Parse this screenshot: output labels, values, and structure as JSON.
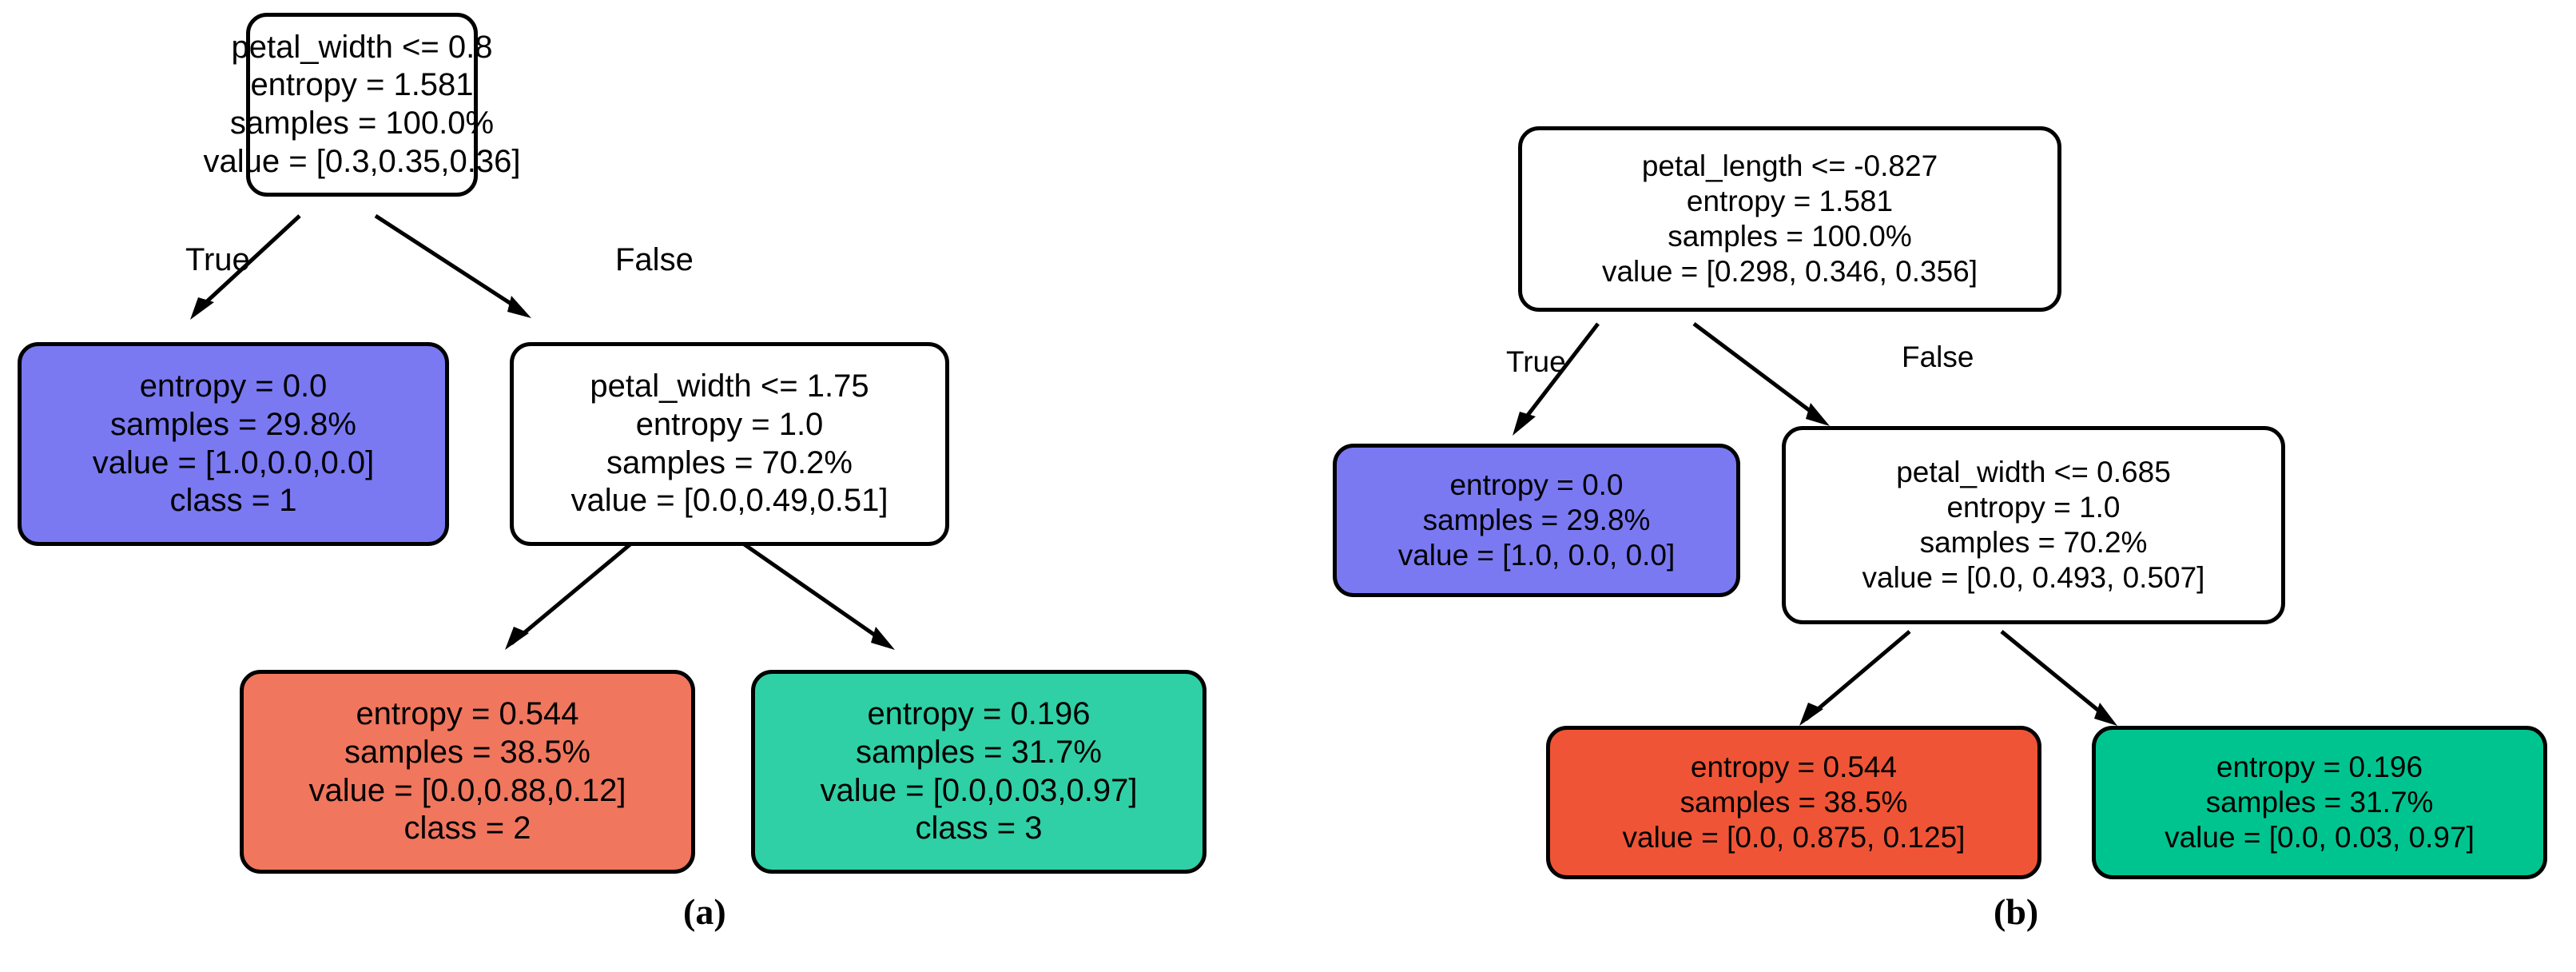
{
  "figure": {
    "panels": [
      {
        "id": "a",
        "caption": "(a)",
        "edge_labels": {
          "left": "True",
          "right": "False"
        },
        "nodes": {
          "root": {
            "condition": "petal_width <= 0.8",
            "entropy": "entropy = 1.581",
            "samples": "samples = 100.0%",
            "value": "value = [0.3,0.35,0.36]"
          },
          "leaf_left": {
            "entropy": "entropy = 0.0",
            "samples": "samples = 29.8%",
            "value": "value = [1.0,0.0,0.0]",
            "class": "class = 1",
            "color": "#7a79f2"
          },
          "internal_right": {
            "condition": "petal_width <= 1.75",
            "entropy": "entropy = 1.0",
            "samples": "samples = 70.2%",
            "value": "value = [0.0,0.49,0.51]"
          },
          "leaf_red": {
            "entropy": "entropy = 0.544",
            "samples": "samples = 38.5%",
            "value": "value = [0.0,0.88,0.12]",
            "class": "class = 2",
            "color": "#f0765e"
          },
          "leaf_green": {
            "entropy": "entropy = 0.196",
            "samples": "samples = 31.7%",
            "value": "value = [0.0,0.03,0.97]",
            "class": "class = 3",
            "color": "#2fd0a5"
          }
        }
      },
      {
        "id": "b",
        "caption": "(b)",
        "edge_labels": {
          "left": "True",
          "right": "False"
        },
        "nodes": {
          "root": {
            "condition": "petal_length <= -0.827",
            "entropy": "entropy = 1.581",
            "samples": "samples = 100.0%",
            "value": "value = [0.298, 0.346, 0.356]"
          },
          "leaf_left": {
            "entropy": "entropy = 0.0",
            "samples": "samples = 29.8%",
            "value": "value = [1.0, 0.0, 0.0]",
            "color": "#7a79f2"
          },
          "internal_right": {
            "condition": "petal_width <= 0.685",
            "entropy": "entropy = 1.0",
            "samples": "samples = 70.2%",
            "value": "value = [0.0, 0.493, 0.507]"
          },
          "leaf_red": {
            "entropy": "entropy = 0.544",
            "samples": "samples = 38.5%",
            "value": "value = [0.0, 0.875, 0.125]",
            "color": "#ef5436"
          },
          "leaf_green": {
            "entropy": "entropy = 0.196",
            "samples": "samples = 31.7%",
            "value": "value = [0.0, 0.03, 0.97]",
            "color": "#00c48f"
          }
        }
      }
    ]
  },
  "chart_data": {
    "type": "diagram",
    "title": "Decision tree classifiers trained on the iris dataset",
    "subfigures": [
      {
        "label": "(a)",
        "tree": [
          {
            "id": "root",
            "role": "internal",
            "split": "petal_width <= 0.8",
            "entropy": 1.581,
            "samples_pct": 100.0,
            "value": [
              0.3,
              0.35,
              0.36
            ]
          },
          {
            "id": "n1",
            "parent": "root",
            "branch": "True",
            "role": "leaf",
            "entropy": 0.0,
            "samples_pct": 29.8,
            "value": [
              1.0,
              0.0,
              0.0
            ],
            "class": 1,
            "fill": "#7a79f2"
          },
          {
            "id": "n2",
            "parent": "root",
            "branch": "False",
            "role": "internal",
            "split": "petal_width <= 1.75",
            "entropy": 1.0,
            "samples_pct": 70.2,
            "value": [
              0.0,
              0.49,
              0.51
            ]
          },
          {
            "id": "n3",
            "parent": "n2",
            "branch": "True",
            "role": "leaf",
            "entropy": 0.544,
            "samples_pct": 38.5,
            "value": [
              0.0,
              0.88,
              0.12
            ],
            "class": 2,
            "fill": "#f0765e"
          },
          {
            "id": "n4",
            "parent": "n2",
            "branch": "False",
            "role": "leaf",
            "entropy": 0.196,
            "samples_pct": 31.7,
            "value": [
              0.0,
              0.03,
              0.97
            ],
            "class": 3,
            "fill": "#2fd0a5"
          }
        ]
      },
      {
        "label": "(b)",
        "tree": [
          {
            "id": "root",
            "role": "internal",
            "split": "petal_length <= -0.827",
            "entropy": 1.581,
            "samples_pct": 100.0,
            "value": [
              0.298,
              0.346,
              0.356
            ]
          },
          {
            "id": "n1",
            "parent": "root",
            "branch": "True",
            "role": "leaf",
            "entropy": 0.0,
            "samples_pct": 29.8,
            "value": [
              1.0,
              0.0,
              0.0
            ],
            "fill": "#7a79f2"
          },
          {
            "id": "n2",
            "parent": "root",
            "branch": "False",
            "role": "internal",
            "split": "petal_width <= 0.685",
            "entropy": 1.0,
            "samples_pct": 70.2,
            "value": [
              0.0,
              0.493,
              0.507
            ]
          },
          {
            "id": "n3",
            "parent": "n2",
            "branch": "True",
            "role": "leaf",
            "entropy": 0.544,
            "samples_pct": 38.5,
            "value": [
              0.0,
              0.875,
              0.125
            ],
            "fill": "#ef5436"
          },
          {
            "id": "n4",
            "parent": "n2",
            "branch": "False",
            "role": "leaf",
            "entropy": 0.196,
            "samples_pct": 31.7,
            "value": [
              0.0,
              0.03,
              0.97
            ],
            "fill": "#00c48f"
          }
        ]
      }
    ]
  }
}
